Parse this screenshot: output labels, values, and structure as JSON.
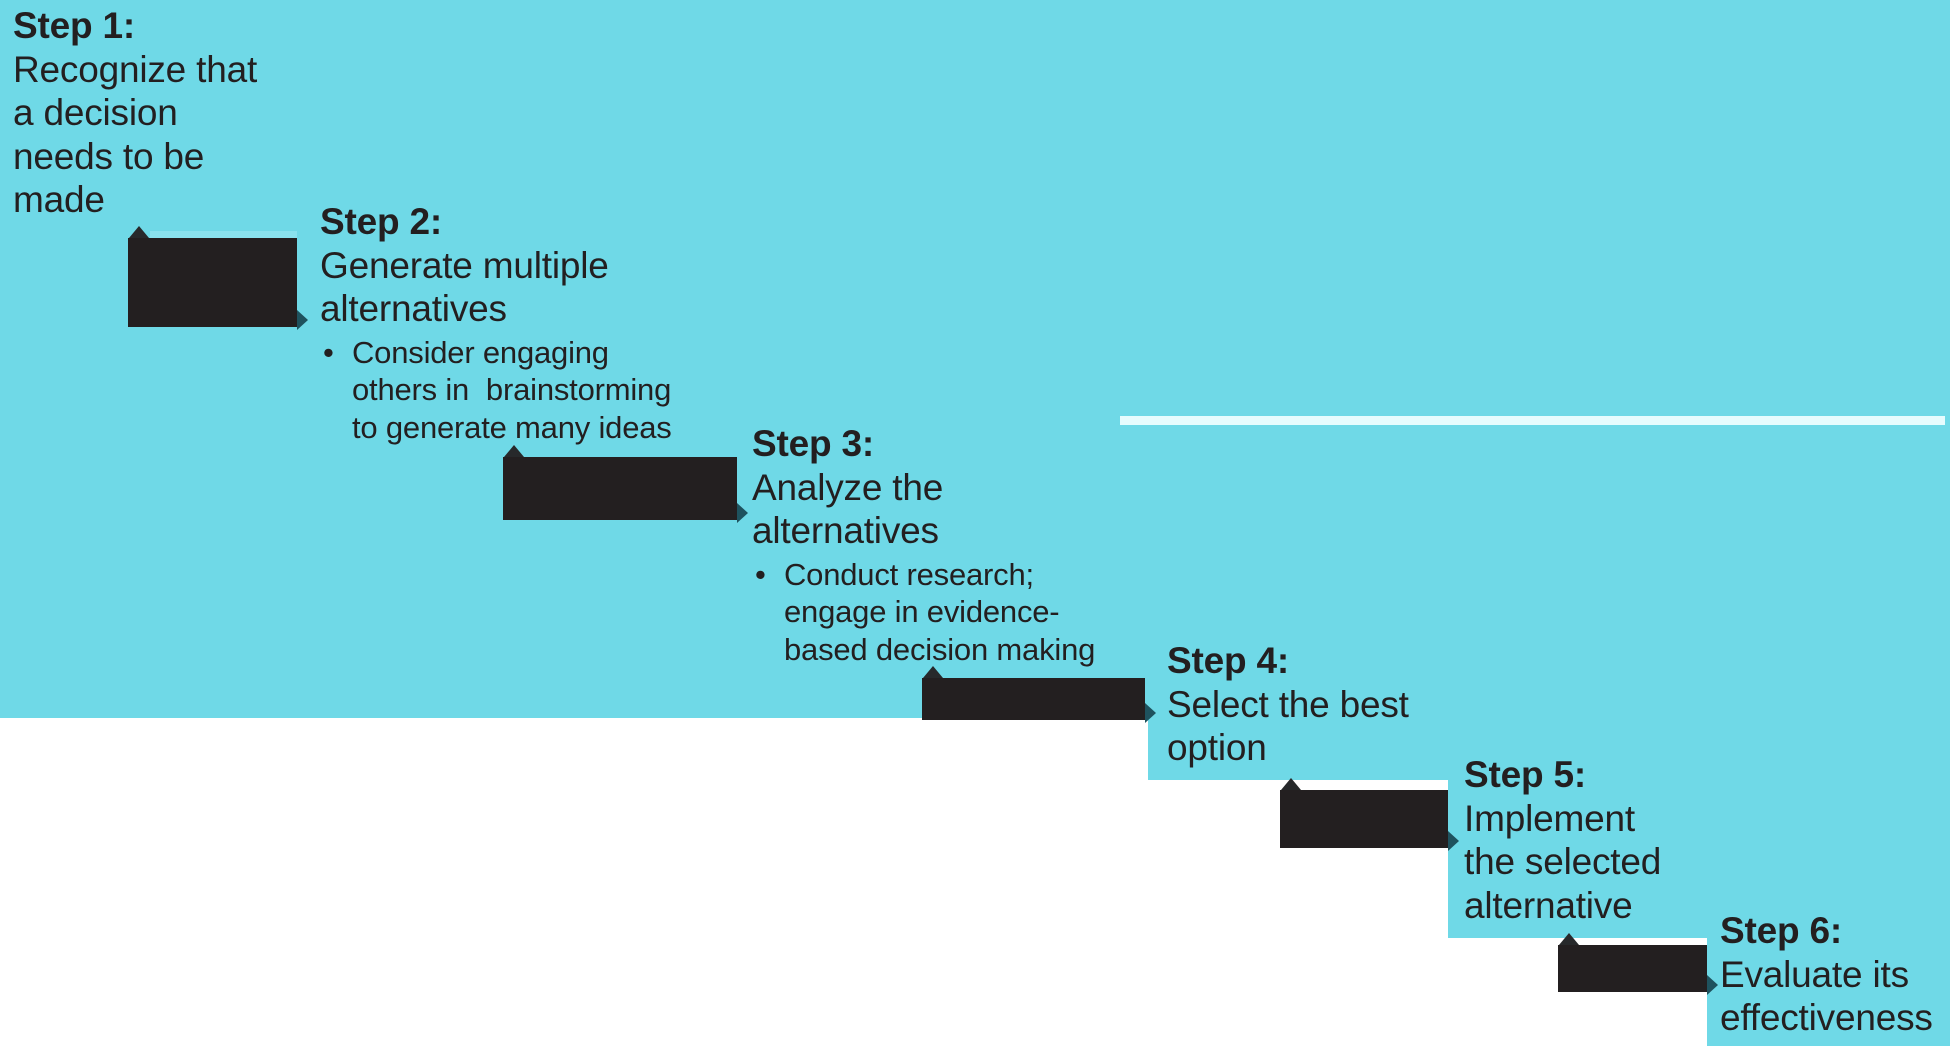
{
  "colors": {
    "background_teal": "#6FD9E7",
    "arrow_dark": "#231F20",
    "text_dark": "#231F20",
    "divider_pale": "#E6FCFE",
    "arrow_top_stripe": "#8AE2EE",
    "arrow_head_teal": "#1E525E",
    "arrow_nub_dark": "#27292B",
    "page_white": "#FFFFFF"
  },
  "steps": [
    {
      "title": "Step 1:",
      "lines": [
        "Recognize that",
        "a decision",
        "needs to be",
        "made"
      ]
    },
    {
      "title": "Step 2:",
      "lines": [
        "Generate multiple",
        "alternatives"
      ],
      "bullet_marker": "•",
      "bullet_lines": [
        "Consider engaging",
        "others in  brainstorming",
        "to generate many ideas"
      ]
    },
    {
      "title": "Step 3:",
      "lines": [
        "Analyze the",
        "alternatives"
      ],
      "bullet_marker": "•",
      "bullet_lines": [
        "Conduct research;",
        "engage in evidence-",
        "based decision making"
      ]
    },
    {
      "title": "Step 4:",
      "lines": [
        "Select the best",
        "option"
      ]
    },
    {
      "title": "Step 5:",
      "lines": [
        "Implement",
        "the selected",
        "alternative"
      ]
    },
    {
      "title": "Step 6:",
      "lines": [
        "Evaluate its",
        "effectiveness"
      ]
    }
  ]
}
